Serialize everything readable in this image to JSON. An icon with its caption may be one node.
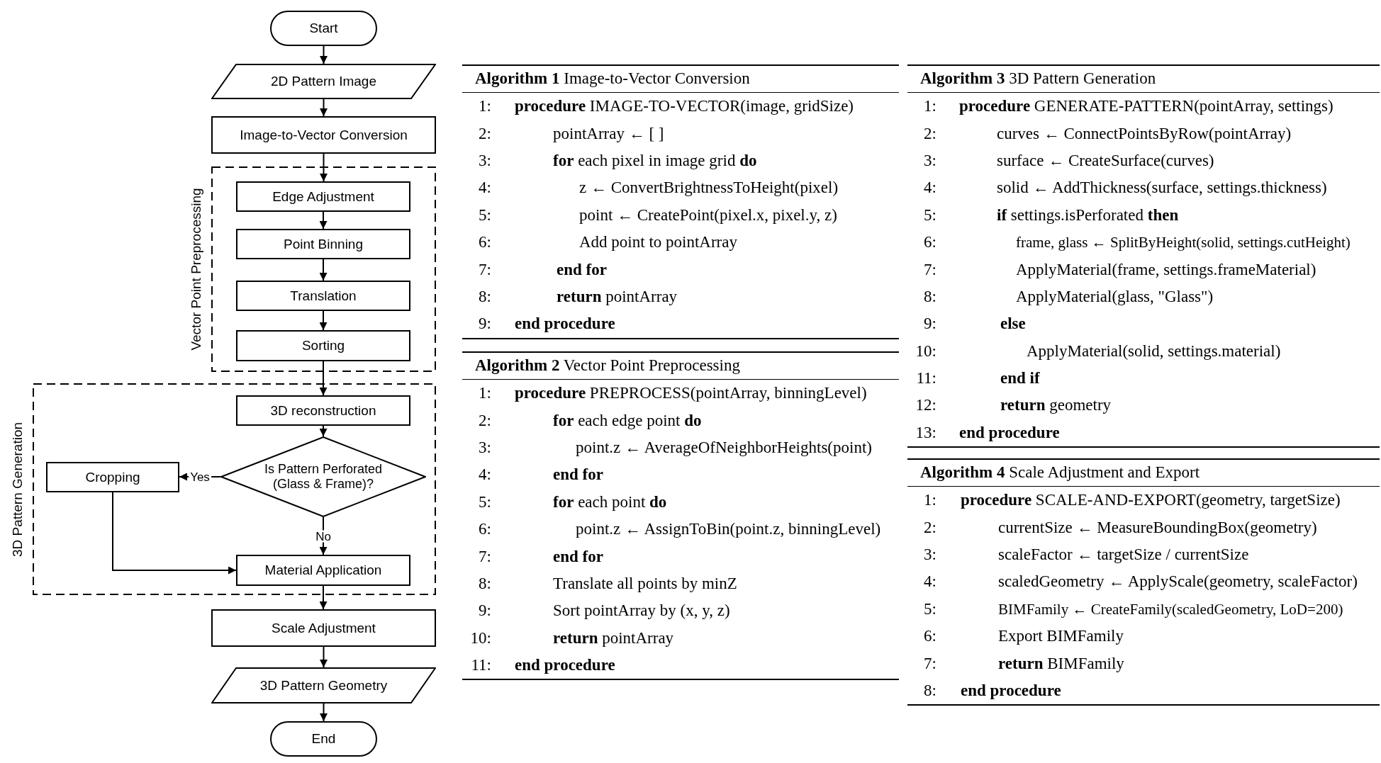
{
  "diagram": {
    "nodes": [
      {
        "text": [
          "Start"
        ]
      },
      {
        "text": [
          "2D Pattern Image"
        ]
      },
      {
        "text": [
          "Image-to-Vector Conversion"
        ]
      },
      {
        "text": [
          "Vector Point Preprocessing"
        ]
      },
      {
        "text": [
          "Edge Adjustment"
        ],
        "in": 3
      },
      {
        "text": [
          "Point Binning"
        ],
        "in": 3
      },
      {
        "text": [
          "Translation"
        ],
        "in": 3
      },
      {
        "text": [
          "Sorting"
        ],
        "in": 3
      },
      {
        "text": [
          "3D Pattern Generation"
        ]
      },
      {
        "text": [
          "3D reconstruction"
        ],
        "in": 8
      },
      {
        "text": [
          "Cropping"
        ],
        "in": 8
      },
      {
        "text": [
          "Is Pattern Perforated (Glass & Frame)?"
        ],
        "in": 8
      },
      {
        "text": [
          "Material Application"
        ],
        "in": 8
      },
      {
        "text": [
          "Scale Adjustment"
        ]
      },
      {
        "text": [
          "3D Pattern Geometry"
        ]
      },
      {
        "text": [
          "End"
        ]
      }
    ],
    "edges": [
      {
        "from": 0,
        "to": 1,
        "arrow": "to"
      },
      {
        "from": 1,
        "to": 2,
        "arrow": "to"
      },
      {
        "from": 2,
        "to": 4,
        "arrow": "to"
      },
      {
        "from": 4,
        "to": 5,
        "arrow": "to"
      },
      {
        "from": 5,
        "to": 6,
        "arrow": "to"
      },
      {
        "from": 6,
        "to": 7,
        "arrow": "to"
      },
      {
        "from": 7,
        "to": 9,
        "arrow": "to"
      },
      {
        "from": 9,
        "to": 11,
        "arrow": "to"
      },
      {
        "from": 11,
        "to": 10,
        "label": "Yes",
        "arrow": "to"
      },
      {
        "from": 11,
        "to": 12,
        "label": "No",
        "arrow": "to"
      },
      {
        "from": 10,
        "to": 12,
        "arrow": "to"
      },
      {
        "from": 12,
        "to": 13,
        "arrow": "to"
      },
      {
        "from": 13,
        "to": 14,
        "arrow": "to"
      },
      {
        "from": 14,
        "to": 15,
        "arrow": "to"
      }
    ],
    "labels": [
      "**Algorithm 1** Image-to-Vector Conversion",
      "1:",
      "**procedure** IMAGE-TO-VECTOR(image, gridSize)",
      "2:",
      "pointArray ← [ ]",
      "3:",
      "**for** each pixel in image grid **do**",
      "4:",
      "z ← ConvertBrightnessToHeight(pixel)",
      "5:",
      "point ← CreatePoint(pixel.x, pixel.y, z)",
      "6:",
      "Add point to pointArray",
      "7:",
      "end for",
      "8:",
      "**return** pointArray",
      "9:",
      "end procedure",
      "**Algorithm 2** Vector Point Preprocessing",
      "1:",
      "**procedure** PREPROCESS(pointArray, binningLevel)",
      "2:",
      "**for** each edge point **do**",
      "3:",
      "point.z ← AverageOfNeighborHeights(point)",
      "4:",
      "end for",
      "5:",
      "**for** each point **do**",
      "6:",
      "point.z ← AssignToBin(point.z, binningLevel)",
      "7:",
      "end for",
      "8:",
      "Translate all points by minZ",
      "9:",
      "Sort pointArray by (x, y, z)",
      "10:",
      "**return** pointArray",
      "11:",
      "end procedure",
      "**Algorithm 3** 3D Pattern Generation",
      "1:",
      "**procedure** GENERATE-PATTERN(pointArray, settings)",
      "2:",
      "curves ← ConnectPointsByRow(pointArray)",
      "3:",
      "surface ← CreateSurface(curves)",
      "4:",
      "solid ← AddThickness(surface, settings.thickness)",
      "5:",
      "**if** settings.isPerforated **then**",
      "6:",
      "frame, glass ← SplitByHeight(solid, settings.cutHeight)",
      "7:",
      "ApplyMaterial(frame, settings.frameMaterial)",
      "8:",
      "ApplyMaterial(glass, \"Glass\")",
      "9:",
      "else",
      "10:",
      "ApplyMaterial(solid, settings.material)",
      "11:",
      "end if",
      "12:",
      "**return** geometry",
      "13:",
      "end procedure",
      "**Algorithm 4** Scale Adjustment and Export",
      "1:",
      "**procedure** SCALE-AND-EXPORT(geometry, targetSize)",
      "2:",
      "currentSize ← MeasureBoundingBox(geometry)",
      "3:",
      "scaleFactor ← targetSize / currentSize",
      "4:",
      "scaledGeometry ← ApplyScale(geometry, scaleFactor)",
      "5:",
      "BIMFamily ← CreateFamily(scaledGeometry, LoD=200)",
      "6:",
      "Export BIMFamily",
      "7:",
      "**return** BIMFamily",
      "8:",
      "end procedure"
    ]
  }
}
